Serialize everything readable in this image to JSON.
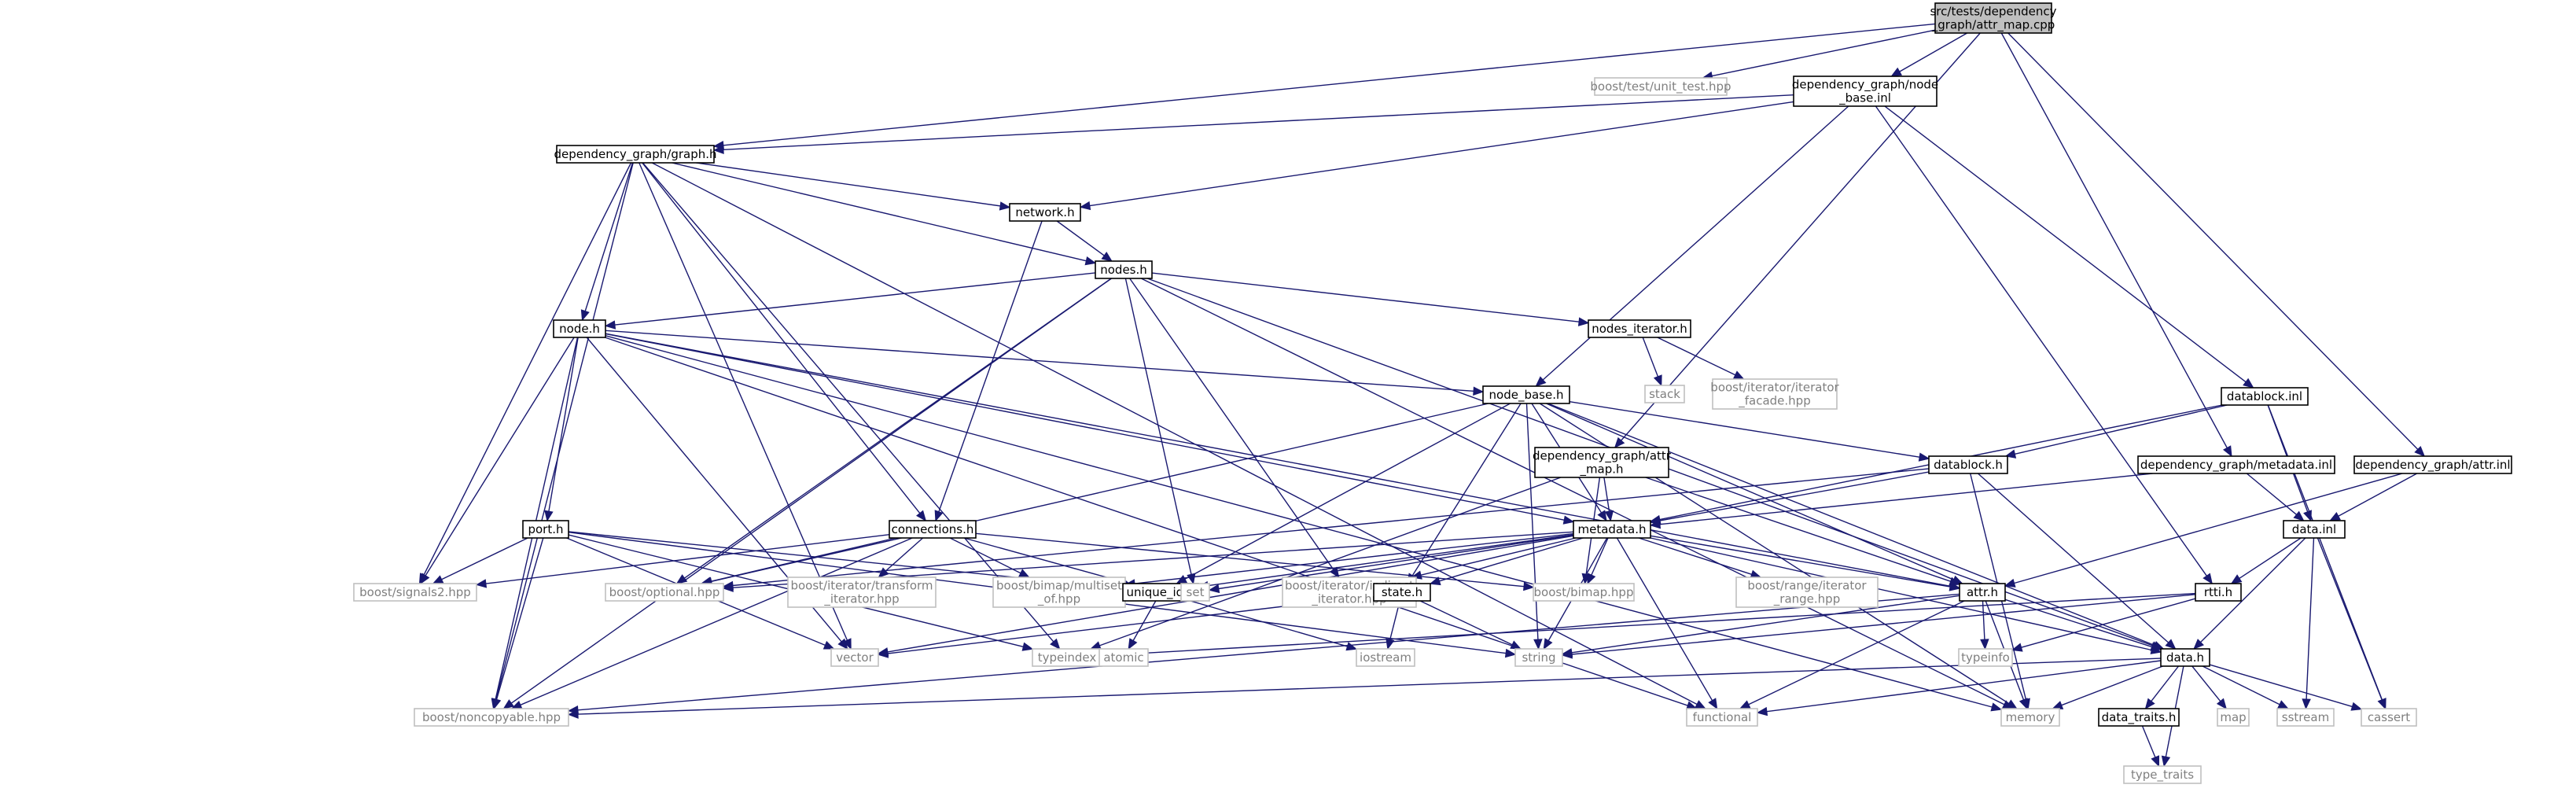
{
  "diagram": {
    "type": "include-dependency-graph",
    "colors": {
      "edge": "#191970",
      "root_fill": "#bfbfbf",
      "local_border": "#000000",
      "external_border": "#bfbfbf",
      "external_text": "#7f7f7f"
    },
    "nodes": [
      {
        "id": "root",
        "lines": [
          "src/tests/dependency",
          "_graph/attr_map.cpp"
        ],
        "kind": "root"
      },
      {
        "id": "unit_test",
        "lines": [
          "boost/test/unit_test.hpp"
        ],
        "kind": "external"
      },
      {
        "id": "node_base_inl",
        "lines": [
          "dependency_graph/node",
          "_base.inl"
        ],
        "kind": "local"
      },
      {
        "id": "graph_h",
        "lines": [
          "dependency_graph/graph.h"
        ],
        "kind": "local"
      },
      {
        "id": "network_h",
        "lines": [
          "network.h"
        ],
        "kind": "local"
      },
      {
        "id": "nodes_h",
        "lines": [
          "nodes.h"
        ],
        "kind": "local"
      },
      {
        "id": "node_h",
        "lines": [
          "node.h"
        ],
        "kind": "local"
      },
      {
        "id": "nodes_iterator_h",
        "lines": [
          "nodes_iterator.h"
        ],
        "kind": "local"
      },
      {
        "id": "stack",
        "lines": [
          "stack"
        ],
        "kind": "external"
      },
      {
        "id": "iterator_facade",
        "lines": [
          "boost/iterator/iterator",
          "_facade.hpp"
        ],
        "kind": "external"
      },
      {
        "id": "node_base_h",
        "lines": [
          "node_base.h"
        ],
        "kind": "local"
      },
      {
        "id": "datablock_inl",
        "lines": [
          "datablock.inl"
        ],
        "kind": "local"
      },
      {
        "id": "attr_map_h",
        "lines": [
          "dependency_graph/attr",
          "_map.h"
        ],
        "kind": "local"
      },
      {
        "id": "datablock_h",
        "lines": [
          "datablock.h"
        ],
        "kind": "local"
      },
      {
        "id": "metadata_inl",
        "lines": [
          "dependency_graph/metadata.inl"
        ],
        "kind": "local"
      },
      {
        "id": "attr_inl",
        "lines": [
          "dependency_graph/attr.inl"
        ],
        "kind": "local"
      },
      {
        "id": "port_h",
        "lines": [
          "port.h"
        ],
        "kind": "local"
      },
      {
        "id": "connections_h",
        "lines": [
          "connections.h"
        ],
        "kind": "local"
      },
      {
        "id": "metadata_h",
        "lines": [
          "metadata.h"
        ],
        "kind": "local"
      },
      {
        "id": "data_inl",
        "lines": [
          "data.inl"
        ],
        "kind": "local"
      },
      {
        "id": "signals2",
        "lines": [
          "boost/signals2.hpp"
        ],
        "kind": "external"
      },
      {
        "id": "optional",
        "lines": [
          "boost/optional.hpp"
        ],
        "kind": "external"
      },
      {
        "id": "transform_iterator",
        "lines": [
          "boost/iterator/transform",
          "_iterator.hpp"
        ],
        "kind": "external"
      },
      {
        "id": "multiset_of",
        "lines": [
          "boost/bimap/multiset",
          "_of.hpp"
        ],
        "kind": "external"
      },
      {
        "id": "unique_id_h",
        "lines": [
          "unique_id.h"
        ],
        "kind": "local"
      },
      {
        "id": "set",
        "lines": [
          "set"
        ],
        "kind": "external"
      },
      {
        "id": "indirect_iterator",
        "lines": [
          "boost/iterator/indirect",
          "_iterator.hpp"
        ],
        "kind": "external"
      },
      {
        "id": "state_h",
        "lines": [
          "state.h"
        ],
        "kind": "local"
      },
      {
        "id": "bimap",
        "lines": [
          "boost/bimap.hpp"
        ],
        "kind": "external"
      },
      {
        "id": "iterator_range",
        "lines": [
          "boost/range/iterator",
          "_range.hpp"
        ],
        "kind": "external"
      },
      {
        "id": "rtti_h",
        "lines": [
          "rtti.h"
        ],
        "kind": "local"
      },
      {
        "id": "attr_h",
        "lines": [
          "attr.h"
        ],
        "kind": "local"
      },
      {
        "id": "vector",
        "lines": [
          "vector"
        ],
        "kind": "external"
      },
      {
        "id": "typeindex",
        "lines": [
          "typeindex"
        ],
        "kind": "external"
      },
      {
        "id": "atomic",
        "lines": [
          "atomic"
        ],
        "kind": "external"
      },
      {
        "id": "iostream",
        "lines": [
          "iostream"
        ],
        "kind": "external"
      },
      {
        "id": "string",
        "lines": [
          "string"
        ],
        "kind": "external"
      },
      {
        "id": "typeinfo",
        "lines": [
          "typeinfo"
        ],
        "kind": "external"
      },
      {
        "id": "data_h",
        "lines": [
          "data.h"
        ],
        "kind": "local"
      },
      {
        "id": "noncopyable",
        "lines": [
          "boost/noncopyable.hpp"
        ],
        "kind": "external"
      },
      {
        "id": "functional",
        "lines": [
          "functional"
        ],
        "kind": "external"
      },
      {
        "id": "memory",
        "lines": [
          "memory"
        ],
        "kind": "external"
      },
      {
        "id": "data_traits_h",
        "lines": [
          "data_traits.h"
        ],
        "kind": "local"
      },
      {
        "id": "map",
        "lines": [
          "map"
        ],
        "kind": "external"
      },
      {
        "id": "sstream",
        "lines": [
          "sstream"
        ],
        "kind": "external"
      },
      {
        "id": "cassert",
        "lines": [
          "cassert"
        ],
        "kind": "external"
      },
      {
        "id": "type_traits",
        "lines": [
          "type_traits"
        ],
        "kind": "external"
      }
    ],
    "edges": [
      [
        "root",
        "unit_test"
      ],
      [
        "root",
        "node_base_inl"
      ],
      [
        "root",
        "graph_h"
      ],
      [
        "root",
        "attr_map_h"
      ],
      [
        "root",
        "metadata_inl"
      ],
      [
        "root",
        "attr_inl"
      ],
      [
        "node_base_inl",
        "graph_h"
      ],
      [
        "node_base_inl",
        "network_h"
      ],
      [
        "node_base_inl",
        "node_base_h"
      ],
      [
        "node_base_inl",
        "datablock_inl"
      ],
      [
        "node_base_inl",
        "rtti_h"
      ],
      [
        "graph_h",
        "network_h"
      ],
      [
        "graph_h",
        "nodes_h"
      ],
      [
        "graph_h",
        "node_h"
      ],
      [
        "graph_h",
        "connections_h"
      ],
      [
        "graph_h",
        "signals2"
      ],
      [
        "graph_h",
        "noncopyable"
      ],
      [
        "graph_h",
        "vector"
      ],
      [
        "graph_h",
        "functional"
      ],
      [
        "graph_h",
        "typeindex"
      ],
      [
        "network_h",
        "nodes_h"
      ],
      [
        "network_h",
        "connections_h"
      ],
      [
        "nodes_h",
        "node_h"
      ],
      [
        "nodes_h",
        "nodes_iterator_h"
      ],
      [
        "nodes_h",
        "set"
      ],
      [
        "nodes_h",
        "indirect_iterator"
      ],
      [
        "nodes_h",
        "optional"
      ],
      [
        "nodes_h",
        "noncopyable"
      ],
      [
        "nodes_h",
        "memory"
      ],
      [
        "nodes_h",
        "data_h"
      ],
      [
        "node_h",
        "node_base_h"
      ],
      [
        "node_h",
        "port_h"
      ],
      [
        "node_h",
        "metadata_h"
      ],
      [
        "node_h",
        "signals2"
      ],
      [
        "node_h",
        "noncopyable"
      ],
      [
        "node_h",
        "functional"
      ],
      [
        "node_h",
        "vector"
      ],
      [
        "node_h",
        "attr_h"
      ],
      [
        "node_h",
        "memory"
      ],
      [
        "nodes_iterator_h",
        "stack"
      ],
      [
        "nodes_iterator_h",
        "iterator_facade"
      ],
      [
        "node_base_h",
        "datablock_h"
      ],
      [
        "node_base_h",
        "metadata_h"
      ],
      [
        "node_base_h",
        "state_h"
      ],
      [
        "node_base_h",
        "unique_id_h"
      ],
      [
        "node_base_h",
        "optional"
      ],
      [
        "node_base_h",
        "string"
      ],
      [
        "node_base_h",
        "memory"
      ],
      [
        "node_base_h",
        "attr_h"
      ],
      [
        "node_base_h",
        "data_h"
      ],
      [
        "datablock_inl",
        "datablock_h"
      ],
      [
        "datablock_inl",
        "metadata_h"
      ],
      [
        "datablock_inl",
        "data_inl"
      ],
      [
        "datablock_inl",
        "cassert"
      ],
      [
        "attr_map_h",
        "metadata_h"
      ],
      [
        "attr_map_h",
        "attr_h"
      ],
      [
        "attr_map_h",
        "bimap"
      ],
      [
        "attr_map_h",
        "typeindex"
      ],
      [
        "datablock_h",
        "metadata_h"
      ],
      [
        "datablock_h",
        "data_h"
      ],
      [
        "datablock_h",
        "memory"
      ],
      [
        "datablock_h",
        "optional"
      ],
      [
        "metadata_inl",
        "metadata_h"
      ],
      [
        "metadata_inl",
        "data_inl"
      ],
      [
        "attr_inl",
        "attr_h"
      ],
      [
        "attr_inl",
        "data_inl"
      ],
      [
        "port_h",
        "signals2"
      ],
      [
        "port_h",
        "noncopyable"
      ],
      [
        "port_h",
        "typeindex"
      ],
      [
        "port_h",
        "string"
      ],
      [
        "port_h",
        "vector"
      ],
      [
        "port_h",
        "unique_id_h"
      ],
      [
        "connections_h",
        "signals2"
      ],
      [
        "connections_h",
        "optional"
      ],
      [
        "connections_h",
        "transform_iterator"
      ],
      [
        "connections_h",
        "multiset_of"
      ],
      [
        "connections_h",
        "unique_id_h"
      ],
      [
        "connections_h",
        "bimap"
      ],
      [
        "connections_h",
        "noncopyable"
      ],
      [
        "metadata_h",
        "optional"
      ],
      [
        "metadata_h",
        "multiset_of"
      ],
      [
        "metadata_h",
        "unique_id_h"
      ],
      [
        "metadata_h",
        "set"
      ],
      [
        "metadata_h",
        "indirect_iterator"
      ],
      [
        "metadata_h",
        "state_h"
      ],
      [
        "metadata_h",
        "bimap"
      ],
      [
        "metadata_h",
        "iterator_range"
      ],
      [
        "metadata_h",
        "attr_h"
      ],
      [
        "metadata_h",
        "data_h"
      ],
      [
        "metadata_h",
        "string"
      ],
      [
        "metadata_h",
        "functional"
      ],
      [
        "metadata_h",
        "vector"
      ],
      [
        "data_inl",
        "data_h"
      ],
      [
        "data_inl",
        "rtti_h"
      ],
      [
        "data_inl",
        "sstream"
      ],
      [
        "data_inl",
        "cassert"
      ],
      [
        "unique_id_h",
        "atomic"
      ],
      [
        "unique_id_h",
        "iostream"
      ],
      [
        "state_h",
        "vector"
      ],
      [
        "state_h",
        "iostream"
      ],
      [
        "state_h",
        "string"
      ],
      [
        "rtti_h",
        "typeinfo"
      ],
      [
        "rtti_h",
        "string"
      ],
      [
        "rtti_h",
        "typeindex"
      ],
      [
        "attr_h",
        "data_h"
      ],
      [
        "attr_h",
        "typeinfo"
      ],
      [
        "attr_h",
        "string"
      ],
      [
        "attr_h",
        "memory"
      ],
      [
        "attr_h",
        "functional"
      ],
      [
        "attr_h",
        "noncopyable"
      ],
      [
        "data_h",
        "data_traits_h"
      ],
      [
        "data_h",
        "map"
      ],
      [
        "data_h",
        "sstream"
      ],
      [
        "data_h",
        "cassert"
      ],
      [
        "data_h",
        "memory"
      ],
      [
        "data_h",
        "functional"
      ],
      [
        "data_h",
        "noncopyable"
      ],
      [
        "data_h",
        "type_traits"
      ],
      [
        "data_traits_h",
        "type_traits"
      ]
    ]
  }
}
